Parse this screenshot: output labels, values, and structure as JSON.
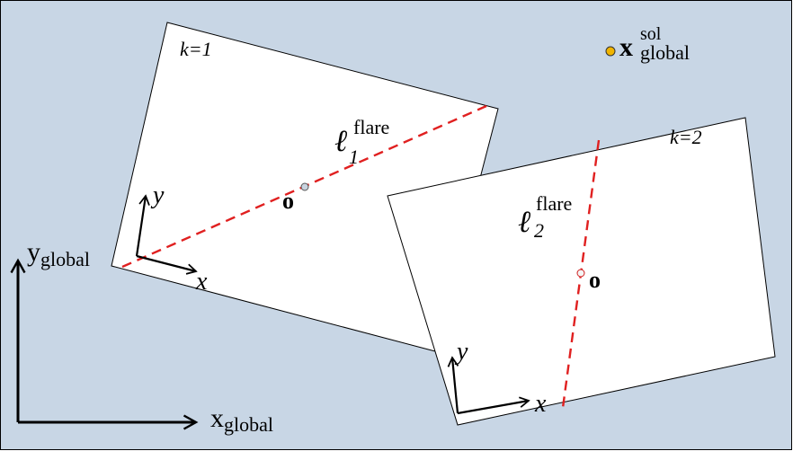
{
  "background_color": "#c8d6e5",
  "frame1": {
    "label": "k=1",
    "flare_symbol": "ℓ",
    "flare_superscript": "flare",
    "flare_subscript": "1",
    "origin_label": "o",
    "axis_x_label": "x",
    "axis_y_label": "y"
  },
  "frame2": {
    "label": "k=2",
    "flare_symbol": "ℓ",
    "flare_superscript": "flare",
    "flare_subscript": "2",
    "origin_label": "o",
    "axis_x_label": "x",
    "axis_y_label": "y"
  },
  "global_axes": {
    "x_main": "x",
    "x_sub": "global",
    "y_main": "y",
    "y_sub": "global"
  },
  "solution_point": {
    "main": "x",
    "superscript": "sol",
    "subscript": "global",
    "color": "#f0b400"
  },
  "flare_line_color": "#e02020"
}
